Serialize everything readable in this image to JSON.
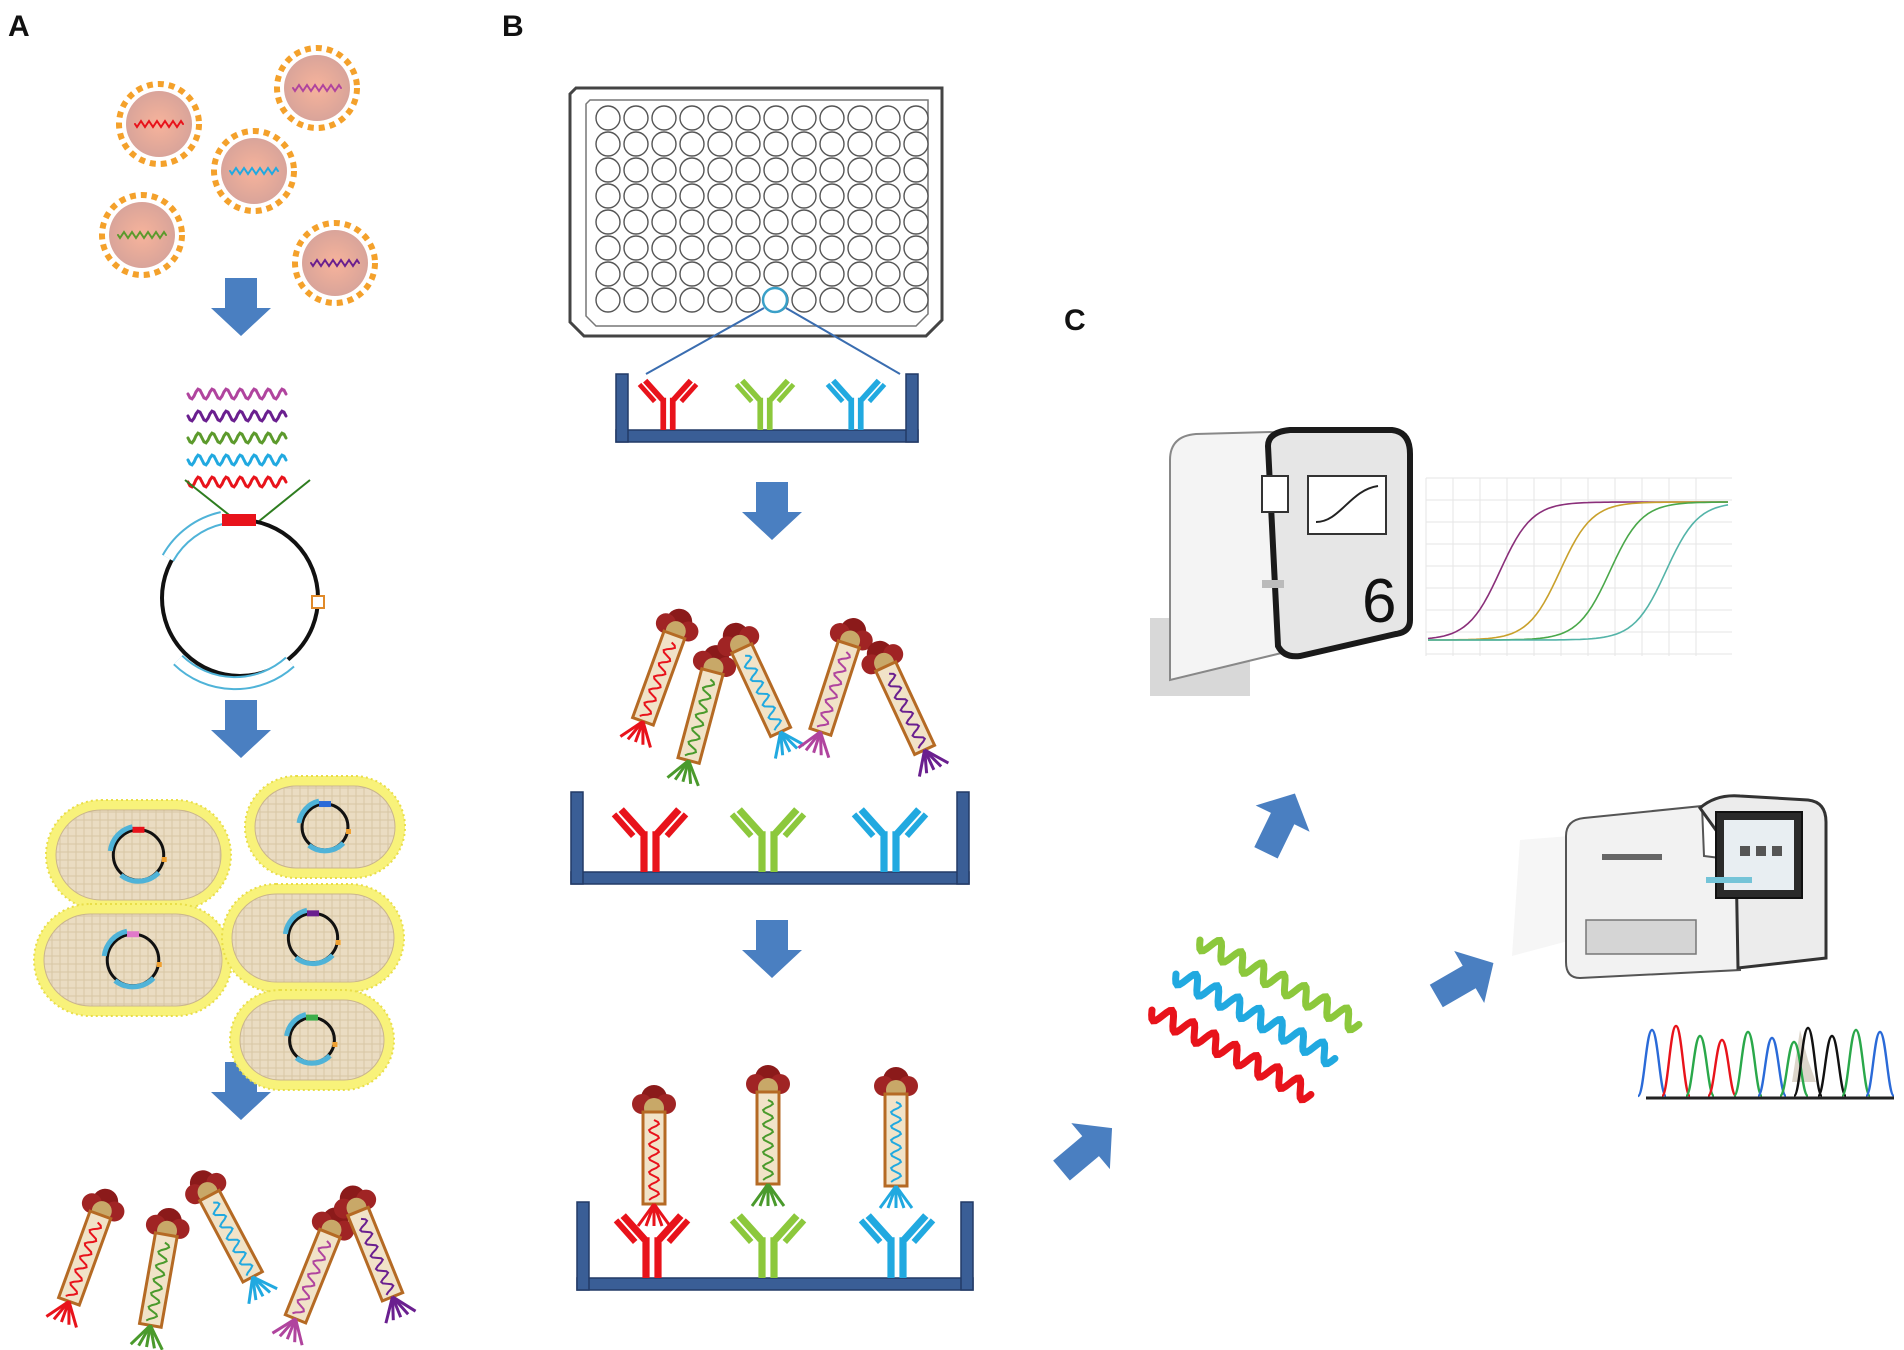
{
  "panels": {
    "a": "A",
    "b": "B",
    "c": "C"
  },
  "colors": {
    "arrow": "#4a7fc1",
    "well_frame": "#3a5e96",
    "red": "#e8131b",
    "green": "#8cc83c",
    "blue": "#21a9e0",
    "purple": "#6a1f8f",
    "magenta": "#b0449e",
    "dark_green": "#5c9a2c",
    "virion_fill": "#e9a58a",
    "virion_dots": "#f4a12b",
    "cell_fill": "#eadcc2",
    "cell_halo": "#f8f27a",
    "phage_head": "#8b1a1a"
  },
  "icons": [
    "virus-particle-icon",
    "plasmid-vector-icon",
    "bacterium-cell-icon",
    "phage-icon",
    "antibody-icon",
    "microplate-icon",
    "qpcr-instrument-icon",
    "sequencer-instrument-icon",
    "amplification-curve-icon",
    "chromatogram-icon"
  ]
}
